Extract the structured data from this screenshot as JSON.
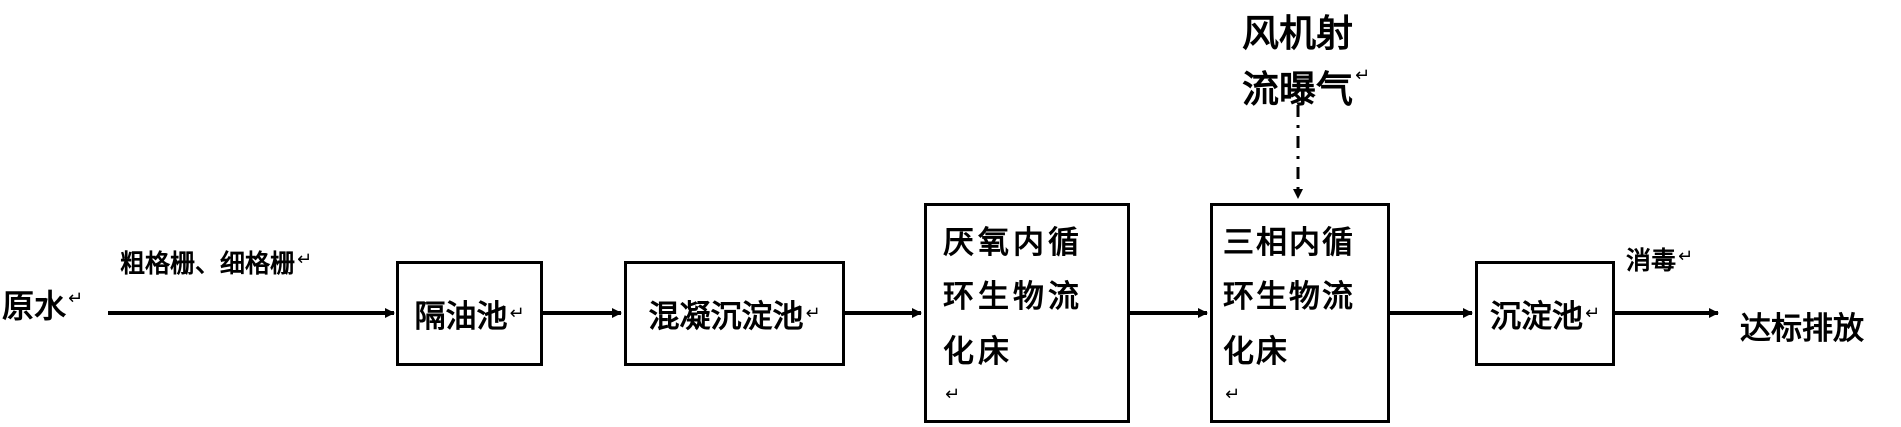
{
  "source": {
    "label": "原水",
    "mark": "↵"
  },
  "screens": {
    "label": "粗格栅、细格栅",
    "mark": "↵"
  },
  "aeration": {
    "line1": "风机射",
    "line2": "流曝气",
    "mark": "↵"
  },
  "disinfection": {
    "label": "消毒",
    "mark": "↵"
  },
  "discharge": {
    "label": "达标排放"
  },
  "boxes": {
    "oil_separator": "隔油池",
    "coagulation": "混凝沉淀池",
    "anaerobic": {
      "line1": "厌氧内循",
      "line2": "环生物流",
      "line3": "化床"
    },
    "three_phase": {
      "line1": "三相内循",
      "line2": "环生物流",
      "line3": "化床"
    },
    "sedimentation": "沉淀池"
  },
  "box_mark": "↵"
}
